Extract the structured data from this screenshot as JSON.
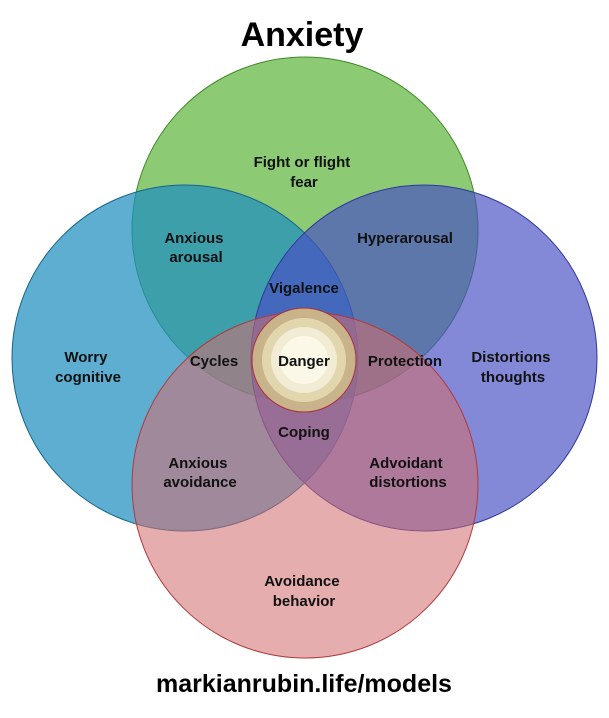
{
  "title": "Anxiety",
  "footer": "markianrubin.life/models",
  "circles": {
    "top": {
      "fill": "#5fb63f",
      "stroke": "#3f8a28"
    },
    "left": {
      "fill": "#1e8fbf",
      "stroke": "#17648a"
    },
    "right": {
      "fill": "#4850c4",
      "stroke": "#30389a"
    },
    "bottom": {
      "fill": "#d26d6f",
      "stroke": "#b03a3c"
    }
  },
  "center": {
    "label": "Danger",
    "colors": [
      "#c9b38a",
      "#e2d6ad",
      "#f2ecd4",
      "#fbf8e8"
    ]
  },
  "regions": {
    "fight_or_flight": [
      "Fight or flight",
      "fear"
    ],
    "worry": [
      "Worry",
      "cognitive"
    ],
    "distortions": [
      "Distortions",
      "thoughts"
    ],
    "avoidance": [
      "Avoidance",
      "behavior"
    ],
    "anxious_arousal": [
      "Anxious",
      "arousal"
    ],
    "hyperarousal": [
      "Hyperarousal"
    ],
    "vigalence": [
      "Vigalence"
    ],
    "cycles": [
      "Cycles"
    ],
    "protection": [
      "Protection"
    ],
    "coping": [
      "Coping"
    ],
    "anxious_avoidance": [
      "Anxious",
      "avoidance"
    ],
    "advoidant_distortions": [
      "Advoidant",
      "distortions"
    ]
  }
}
